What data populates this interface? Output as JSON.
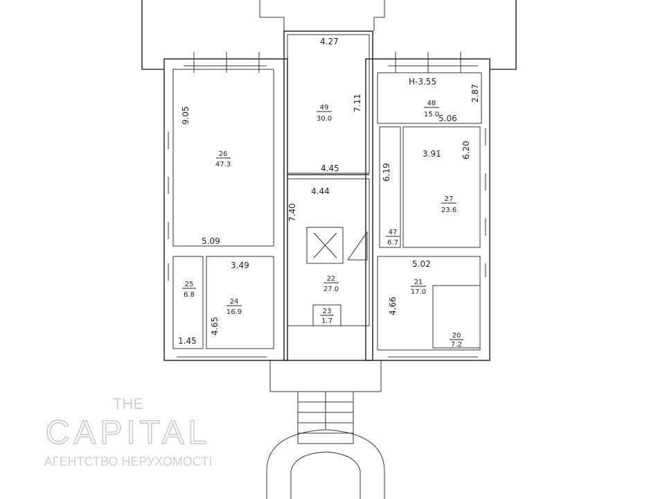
{
  "plan": {
    "height_mark": "H-3.55",
    "rooms": [
      {
        "number": "26",
        "area": "47.3"
      },
      {
        "number": "49",
        "area": "30.0"
      },
      {
        "number": "48",
        "area": "15.0"
      },
      {
        "number": "27",
        "area": "23.6"
      },
      {
        "number": "47",
        "area": "6.7"
      },
      {
        "number": "25",
        "area": "6.8"
      },
      {
        "number": "24",
        "area": "16.9"
      },
      {
        "number": "22",
        "area": "27.0"
      },
      {
        "number": "23",
        "area": "1.7"
      },
      {
        "number": "21",
        "area": "17.0"
      },
      {
        "number": "20",
        "area": "7.2"
      }
    ],
    "dimensions": [
      "4.27",
      "7.11",
      "9.05",
      "2.87",
      "5.06",
      "3.91",
      "6.20",
      "4.45",
      "4.44",
      "6.19",
      "7.40",
      "5.09",
      "3.49",
      "5.02",
      "4.66",
      "4.65",
      "1.45"
    ]
  },
  "watermark": {
    "brand_top": "THE",
    "brand": "CAPITAL",
    "subtitle": "АГЕНТСТВО НЕРУХОМОСТІ"
  }
}
